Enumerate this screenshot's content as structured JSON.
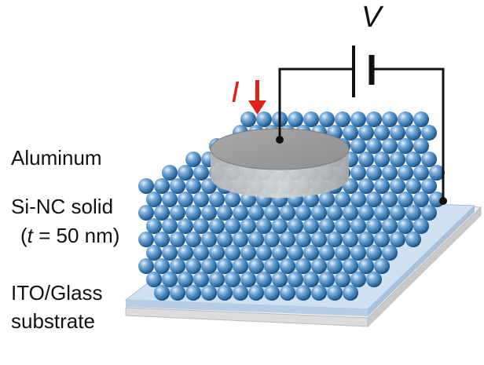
{
  "labels": {
    "voltage": "V",
    "current": "I",
    "aluminum": "Aluminum",
    "sinc_solid": "Si-NC solid",
    "thickness_open": "(",
    "thickness_var": "t",
    "thickness_rest": " = 50 nm)",
    "ito_glass": "ITO/Glass",
    "substrate": "substrate"
  },
  "colors": {
    "sphere": "#2f6fa8",
    "electrode": "#9c9c9c",
    "ito_layer": "#cfe0f0",
    "glass": "#e6e6e6",
    "current_arrow": "#e0201b",
    "wire": "#111111"
  },
  "icons": {
    "battery": "battery-symbol-icon",
    "current_arrow": "down-arrow-icon"
  }
}
